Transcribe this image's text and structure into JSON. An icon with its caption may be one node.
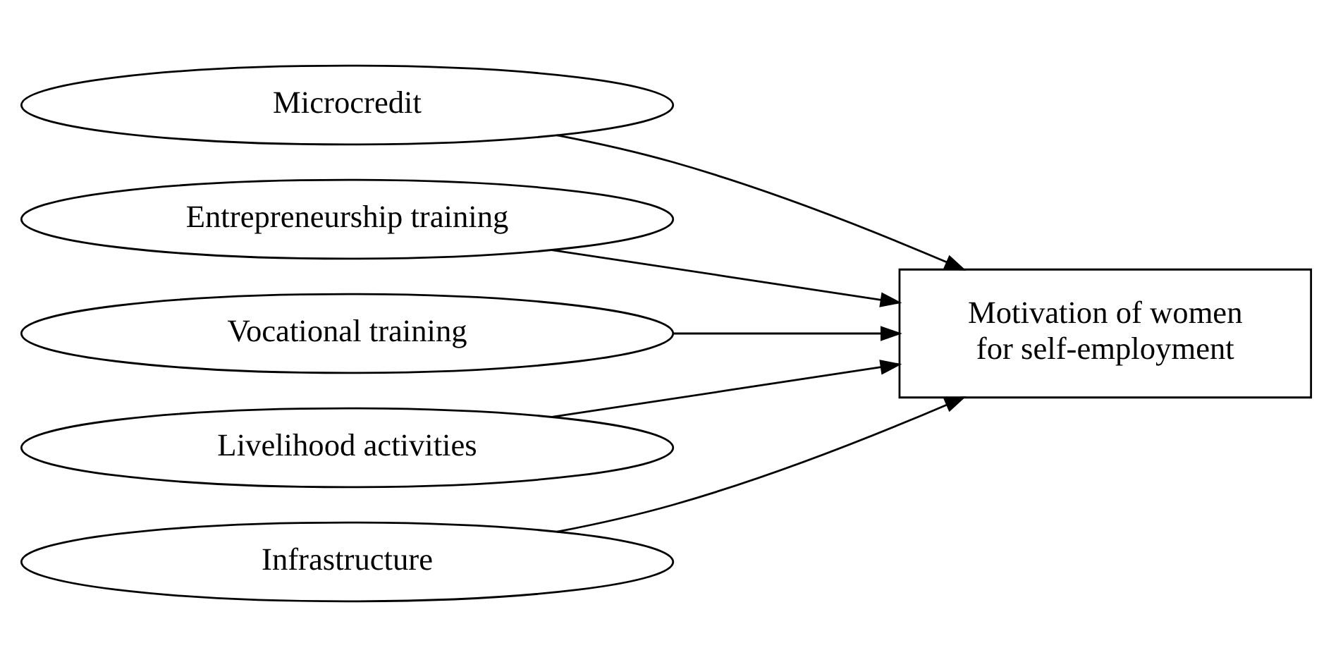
{
  "diagram": {
    "nodes": [
      {
        "text": [
          "Microcredit"
        ]
      },
      {
        "text": [
          "Entrepreneurship training"
        ]
      },
      {
        "text": [
          "Vocational training"
        ]
      },
      {
        "text": [
          "Livelihood activities"
        ]
      },
      {
        "text": [
          "Infrastructure"
        ]
      },
      {
        "text": [
          "Motivation of women for self-employment"
        ]
      }
    ],
    "edges": [
      {
        "from": 0,
        "to": 5,
        "arrow": "to"
      },
      {
        "from": 1,
        "to": 5,
        "arrow": "to"
      },
      {
        "from": 2,
        "to": 5,
        "arrow": "to"
      },
      {
        "from": 3,
        "to": 5,
        "arrow": "to"
      },
      {
        "from": 4,
        "to": 5,
        "arrow": "to"
      }
    ]
  }
}
